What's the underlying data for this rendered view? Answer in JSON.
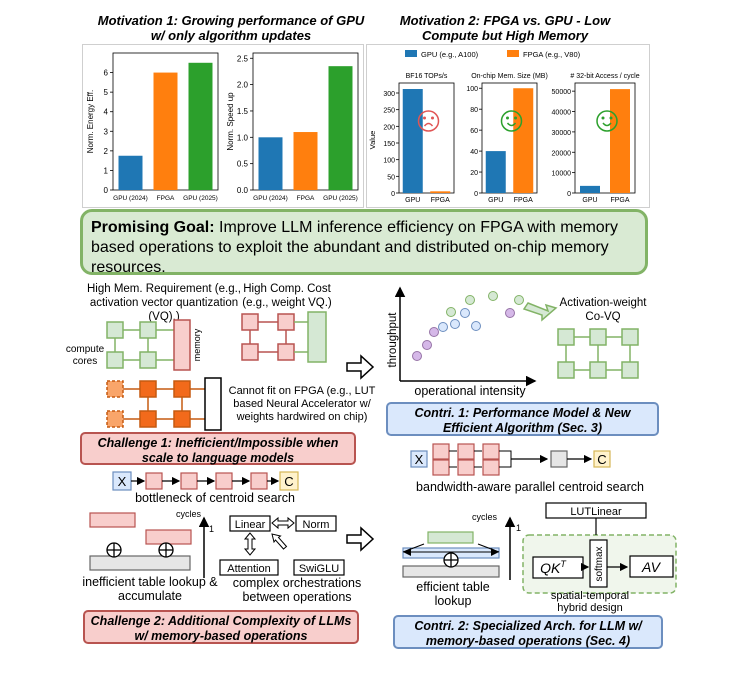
{
  "motivation1": {
    "title": "Motivation 1: Growing performance of GPU w/ only algorithm updates",
    "charts": [
      {
        "type": "bar",
        "ylabel": "Norm. Energy Eff.",
        "categories": [
          "GPU (2024)",
          "FPGA",
          "GPU (2025)"
        ],
        "values": [
          1.75,
          6.0,
          6.5
        ],
        "ylim": [
          0,
          7
        ],
        "yticks": [
          0,
          1,
          2,
          3,
          4,
          5,
          6
        ]
      },
      {
        "type": "bar",
        "ylabel": "Norm. Speed up",
        "categories": [
          "GPU (2024)",
          "FPGA",
          "GPU (2025)"
        ],
        "values": [
          1.0,
          1.1,
          2.35
        ],
        "ylim": [
          0,
          2.6
        ],
        "yticks": [
          0.0,
          0.5,
          1.0,
          1.5,
          2.0,
          2.5
        ]
      }
    ]
  },
  "motivation2": {
    "title": "Motivation 2: FPGA vs. GPU - Low Compute but High Memory",
    "legend": [
      {
        "label": "GPU (e.g., A100)",
        "color": "#1f77b4"
      },
      {
        "label": "FPGA (e.g., V80)",
        "color": "#ff7f0e"
      }
    ],
    "ylabel": "Value",
    "panels": [
      {
        "title": "BF16 TOPs/s",
        "categories": [
          "GPU",
          "FPGA"
        ],
        "values": [
          312,
          5
        ],
        "ylim": [
          0,
          330
        ],
        "yticks": [
          "0",
          "50",
          "100",
          "150",
          "200",
          "250",
          "300"
        ],
        "face": "sad"
      },
      {
        "title": "On-chip Mem. Size (MB)",
        "categories": [
          "GPU",
          "FPGA"
        ],
        "values": [
          40,
          100
        ],
        "ylim": [
          0,
          105
        ],
        "yticks": [
          "0",
          "20",
          "40",
          "60",
          "80",
          "100"
        ],
        "face": "happy"
      },
      {
        "title": "# 32-bit Access / cycle",
        "categories": [
          "GPU",
          "FPGA"
        ],
        "values": [
          3500,
          51000
        ],
        "ylim": [
          0,
          54000
        ],
        "yticks": [
          "0",
          "10000",
          "20000",
          "30000",
          "40000",
          "50000"
        ],
        "face": "happy"
      }
    ]
  },
  "chart_data": [
    {
      "type": "bar",
      "categories": [
        "GPU (2024)",
        "FPGA",
        "GPU (2025)"
      ],
      "values": [
        1.75,
        6.0,
        6.5
      ],
      "ylabel": "Norm. Energy Eff.",
      "ylim": [
        0,
        7
      ]
    },
    {
      "type": "bar",
      "categories": [
        "GPU (2024)",
        "FPGA",
        "GPU (2025)"
      ],
      "values": [
        1.0,
        1.1,
        2.35
      ],
      "ylabel": "Norm. Speed up",
      "ylim": [
        0,
        2.6
      ]
    },
    {
      "type": "bar",
      "title": "BF16 TOPs/s",
      "categories": [
        "GPU",
        "FPGA"
      ],
      "series": [
        {
          "name": "GPU (e.g., A100)",
          "values": [
            312,
            0
          ]
        },
        {
          "name": "FPGA (e.g., V80)",
          "values": [
            0,
            5
          ]
        }
      ],
      "ylabel": "Value",
      "ylim": [
        0,
        330
      ]
    },
    {
      "type": "bar",
      "title": "On-chip Mem. Size (MB)",
      "categories": [
        "GPU",
        "FPGA"
      ],
      "series": [
        {
          "name": "GPU (e.g., A100)",
          "values": [
            40,
            0
          ]
        },
        {
          "name": "FPGA (e.g., V80)",
          "values": [
            0,
            100
          ]
        }
      ],
      "ylim": [
        0,
        105
      ]
    },
    {
      "type": "bar",
      "title": "# 32-bit Access / cycle",
      "categories": [
        "GPU",
        "FPGA"
      ],
      "series": [
        {
          "name": "GPU (e.g., A100)",
          "values": [
            3500,
            0
          ]
        },
        {
          "name": "FPGA (e.g., V80)",
          "values": [
            0,
            51000
          ]
        }
      ],
      "ylim": [
        0,
        54000
      ]
    }
  ],
  "goal": {
    "label": "Promising Goal:",
    "text": " Improve LLM inference efficiency on FPGA with memory based operations to exploit the abundant and distributed on-chip memory resources."
  },
  "left": {
    "high_mem": "High Mem. Requirement (e.g., activation vector quantization (VQ).)",
    "high_comp": "High Comp. Cost (e.g., weight VQ.)",
    "compute_cores": "compute cores",
    "memory": "memory",
    "cannot_fit": "Cannot fit on FPGA (e.g., LUT based Neural Accelerator w/ weights hardwired on chip)",
    "challenge1": "Challenge 1: Inefficient/Impossible when scale to language models",
    "bottleneck": "bottleneck of centroid search",
    "x": "X",
    "c": "C",
    "cycles": "cycles",
    "one": "1",
    "inefficient": "inefficient table lookup & accumulate",
    "linear": "Linear",
    "norm": "Norm",
    "attention": "Attention",
    "swiglu": "SwiGLU",
    "complex": "complex orchestrations between operations",
    "challenge2": "Challenge 2: Additional Complexity of LLMs w/ memory-based operations"
  },
  "right": {
    "throughput": "throughput",
    "operational_intensity": "operational intensity",
    "covq": "Activation-weight Co-VQ",
    "contri1": "Contri. 1: Performance Model & New Efficient Algorithm (Sec. 3)",
    "bandwidth": "bandwidth-aware parallel centroid search",
    "x": "X",
    "c": "C",
    "cycles": "cycles",
    "one": "1",
    "efficient": "efficient table lookup",
    "lutlinear": "LUTLinear",
    "qk": "QK",
    "qk_sup": "T",
    "softmax": "softmax",
    "av": "AV",
    "spatial": "spatial-temporal hybrid design",
    "contri2": "Contri. 2: Specialized Arch. for LLM w/ memory-based operations (Sec. 4)"
  }
}
